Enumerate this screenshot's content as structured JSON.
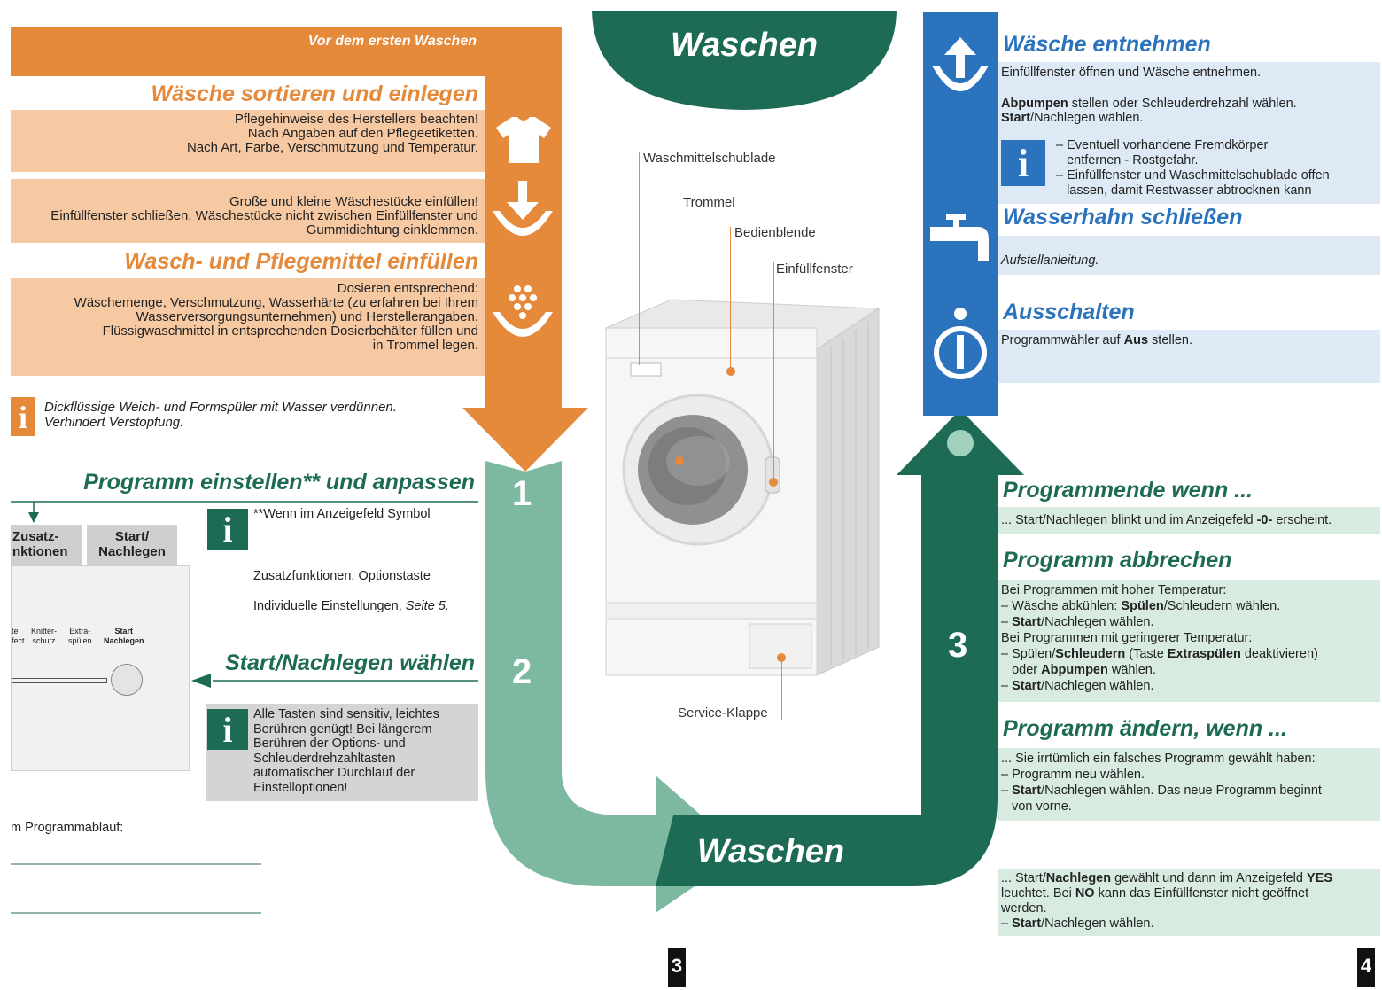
{
  "orange": {
    "header": "Vor dem ersten Waschen",
    "h_sort": "Wäsche sortieren und einlegen",
    "sort_lines": [
      "Pflegehinweise des Herstellers beachten!",
      "Nach Angaben auf den Pflegeetiketten.",
      "Nach Art, Farbe, Verschmutzung und Temperatur."
    ],
    "fill_lines": [
      "Große und kleine Wäschestücke einfüllen!",
      "Einfüllfenster schließen. Wäschestücke nicht zwischen Einfüllfenster und",
      "Gummidichtung einklemmen."
    ],
    "h_detergent": "Wasch- und Pflegemittel einfüllen",
    "det_lines": [
      "Dosieren entsprechend:",
      "Wäschemenge, Verschmutzung, Wasserhärte (zu erfahren bei Ihrem",
      "Wasserversorgungsunternehmen) und Herstellerangaben.",
      "Flüssigwaschmittel in entsprechenden Dosierbehälter füllen und",
      "in Trommel legen."
    ],
    "note_lines": [
      "Dickflüssige Weich- und Formspüler mit Wasser verdünnen.",
      "Verhindert Verstopfung."
    ]
  },
  "program": {
    "h_set": "Programm einstellen** und anpassen",
    "btn1": [
      "Zusatz-",
      "nktionen"
    ],
    "btn2": [
      "Start/",
      "Nachlegen"
    ],
    "panel_labels": [
      "te",
      "fect",
      "Knitter-",
      "schutz",
      "Extra-",
      "spülen",
      "Start",
      "Nachlegen"
    ],
    "info1": "**Wenn im Anzeigefeld Symbol",
    "text_zusatz": "Zusatzfunktionen, Optionstaste",
    "text_indiv": "Individuelle Einstellungen, ",
    "text_indiv_ref": "Seite 5.",
    "h_start": "Start/Nachlegen wählen",
    "info2_lines": [
      "Alle Tasten sind sensitiv, leichtes",
      "Berühren genügt! Bei längerem",
      "Berühren der Options- und",
      "Schleuderdrehzahltasten",
      "automatischer Durchlauf der",
      "Einstelloptionen!"
    ],
    "bottom_text": "m Programmablauf:"
  },
  "center": {
    "title_top": "Waschen",
    "title_bottom": "Waschen",
    "labels": {
      "drawer": "Waschmittelschublade",
      "drum": "Trommel",
      "panel": "Bedienblende",
      "door": "Einfüllfenster",
      "service": "Service-Klappe"
    },
    "steps": [
      "1",
      "2",
      "3"
    ]
  },
  "blue": {
    "h_remove": "Wäsche entnehmen",
    "remove_line": "Einfüllfenster öffnen und Wäsche entnehmen.",
    "pump_bold": "Abpumpen",
    "pump_rest": " stellen oder Schleuderdrehzahl wählen.",
    "start_bold": "Start",
    "start_rest": "/Nachlegen wählen.",
    "info_lines": [
      "– Eventuell vorhandene Fremdkörper",
      "   entfernen - Rostgefahr.",
      "– Einfüllfenster und Waschmittelschublade offen",
      "   lassen, damit Restwasser abtrocknen kann"
    ],
    "h_tap": "Wasserhahn schließen",
    "tap_text": "Aufstellanleitung.",
    "h_off": "Ausschalten",
    "off_pre": "Programmwähler auf ",
    "off_bold": "Aus",
    "off_post": " stellen."
  },
  "green": {
    "h_end": "Programmende wenn ...",
    "end_pre": "... Start/Nachlegen blinkt und im Anzeigefeld ",
    "end_bold": "-0-",
    "end_post": " erscheint.",
    "h_cancel": "Programm abbrechen",
    "cancel_high": "Bei Programmen mit hoher Temperatur:",
    "cancel_l1_pre": "– Wäsche abkühlen: ",
    "cancel_l1_bold": "Spülen",
    "cancel_l1_post": "/Schleudern wählen.",
    "cancel_l2_bold": "Start",
    "cancel_l2_post": "/Nachlegen wählen.",
    "cancel_low": "Bei Programmen mit geringerer Temperatur:",
    "cancel_l3_pre": "– Spülen/",
    "cancel_l3_bold": "Schleudern",
    "cancel_l3_mid": " (Taste ",
    "cancel_l3_bold2": "Extraspülen",
    "cancel_l3_post": " deaktivieren)",
    "cancel_l4_pre": "   oder ",
    "cancel_l4_bold": "Abpumpen",
    "cancel_l4_post": " wählen.",
    "cancel_l5_bold": "Start",
    "cancel_l5_post": "/Nachlegen wählen.",
    "h_change": "Programm ändern, wenn ...",
    "change_l1": "... Sie irrtümlich ein falsches Programm gewählt haben:",
    "change_l2": "– Programm neu wählen.",
    "change_l3_bold": "Start",
    "change_l3_post": "/Nachlegen wählen. Das neue Programm beginnt",
    "change_l4": "   von vorne.",
    "add_l1_pre": "... Start/",
    "add_l1_bold": "Nachlegen",
    "add_l1_mid": " gewählt und dann im Anzeigefeld ",
    "add_l1_bold2": "YES",
    "add_l2_pre": "leuchtet. Bei ",
    "add_l2_bold": "NO",
    "add_l2_post": " kann das Einfüllfenster nicht geöffnet",
    "add_l3": "werden.",
    "add_l4_bold": "Start",
    "add_l4_post": "/Nachlegen wählen."
  },
  "pages": [
    "3",
    "4"
  ],
  "colors": {
    "orange": "#e5893a",
    "orange_light": "#f6c9a3",
    "blue": "#2b73bd",
    "green_dark": "#1e6b55",
    "green_mid": "#7cb9a0"
  }
}
